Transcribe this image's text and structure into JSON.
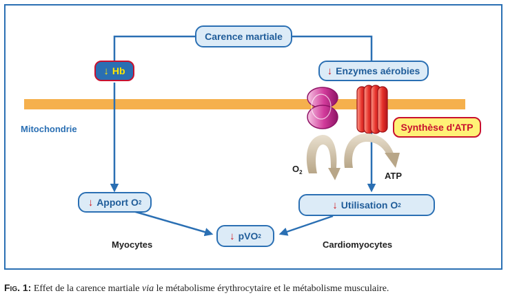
{
  "nodes": {
    "carence": "Carence martiale",
    "hb": "Hb",
    "enzymes": "Enzymes aérobies",
    "atp_synthese": "Synthèse d'ATP",
    "apport": "Apport O",
    "apport_sub": "2",
    "utilisation": "Utilisation O",
    "utilisation_sub": "2",
    "pvo": "pVO",
    "pvo_sub": "2"
  },
  "labels": {
    "mitochondrie": "Mitochondrie",
    "o2": "O",
    "o2_sub": "2",
    "atp": "ATP",
    "myocytes": "Myocytes",
    "cardiomyocytes": "Cardiomyocytes"
  },
  "symbols": {
    "down_arrow": "↓"
  },
  "caption": {
    "fig": "Fig. 1:",
    "text_before": " Effet de la carence martiale ",
    "italic": "via",
    "text_after": " le métabolisme érythrocytaire et le métabolisme musculaire."
  },
  "colors": {
    "frame": "#2a6fb3",
    "membrane": "#f5b04d",
    "box_fill": "#dcebf7",
    "down_arrow": "#d0131a",
    "atp_fill": "#fff176"
  }
}
